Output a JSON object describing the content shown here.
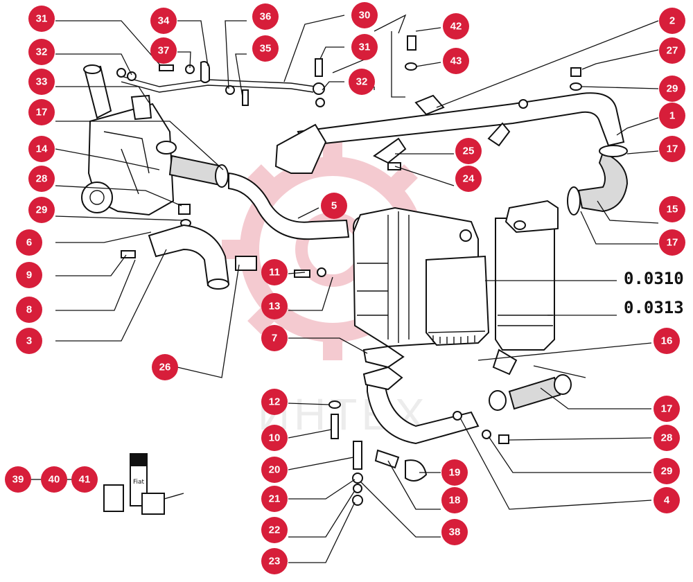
{
  "diagram": {
    "watermark_text": "ИНТЕХ",
    "accent_color": "#d71e3a",
    "part_codes": [
      "0.0310",
      "0.0313"
    ],
    "bottle_label": "Fiat",
    "callouts": [
      {
        "id": "c31a",
        "label": "31"
      },
      {
        "id": "c34",
        "label": "34"
      },
      {
        "id": "c36",
        "label": "36"
      },
      {
        "id": "c30",
        "label": "30"
      },
      {
        "id": "c2",
        "label": "2"
      },
      {
        "id": "c32a",
        "label": "32"
      },
      {
        "id": "c37",
        "label": "37"
      },
      {
        "id": "c35",
        "label": "35"
      },
      {
        "id": "c31b",
        "label": "31"
      },
      {
        "id": "c42",
        "label": "42"
      },
      {
        "id": "c27",
        "label": "27"
      },
      {
        "id": "c33",
        "label": "33"
      },
      {
        "id": "c32b",
        "label": "32"
      },
      {
        "id": "c43",
        "label": "43"
      },
      {
        "id": "c29a",
        "label": "29"
      },
      {
        "id": "c17a",
        "label": "17"
      },
      {
        "id": "c1",
        "label": "1"
      },
      {
        "id": "c14",
        "label": "14"
      },
      {
        "id": "c25",
        "label": "25"
      },
      {
        "id": "c17b",
        "label": "17"
      },
      {
        "id": "c28a",
        "label": "28"
      },
      {
        "id": "c24",
        "label": "24"
      },
      {
        "id": "c5",
        "label": "5"
      },
      {
        "id": "c15",
        "label": "15"
      },
      {
        "id": "c29b",
        "label": "29"
      },
      {
        "id": "c17c",
        "label": "17"
      },
      {
        "id": "c6",
        "label": "6"
      },
      {
        "id": "c9",
        "label": "9"
      },
      {
        "id": "c11",
        "label": "11"
      },
      {
        "id": "c13",
        "label": "13"
      },
      {
        "id": "c8",
        "label": "8"
      },
      {
        "id": "c7",
        "label": "7"
      },
      {
        "id": "c16",
        "label": "16"
      },
      {
        "id": "c3",
        "label": "3"
      },
      {
        "id": "c26",
        "label": "26"
      },
      {
        "id": "c12",
        "label": "12"
      },
      {
        "id": "c17d",
        "label": "17"
      },
      {
        "id": "c10",
        "label": "10"
      },
      {
        "id": "c28b",
        "label": "28"
      },
      {
        "id": "c20",
        "label": "20"
      },
      {
        "id": "c19",
        "label": "19"
      },
      {
        "id": "c29c",
        "label": "29"
      },
      {
        "id": "c39",
        "label": "39"
      },
      {
        "id": "c40",
        "label": "40"
      },
      {
        "id": "c41",
        "label": "41"
      },
      {
        "id": "c21",
        "label": "21"
      },
      {
        "id": "c18",
        "label": "18"
      },
      {
        "id": "c4",
        "label": "4"
      },
      {
        "id": "c22",
        "label": "22"
      },
      {
        "id": "c38",
        "label": "38"
      },
      {
        "id": "c23",
        "label": "23"
      }
    ]
  }
}
